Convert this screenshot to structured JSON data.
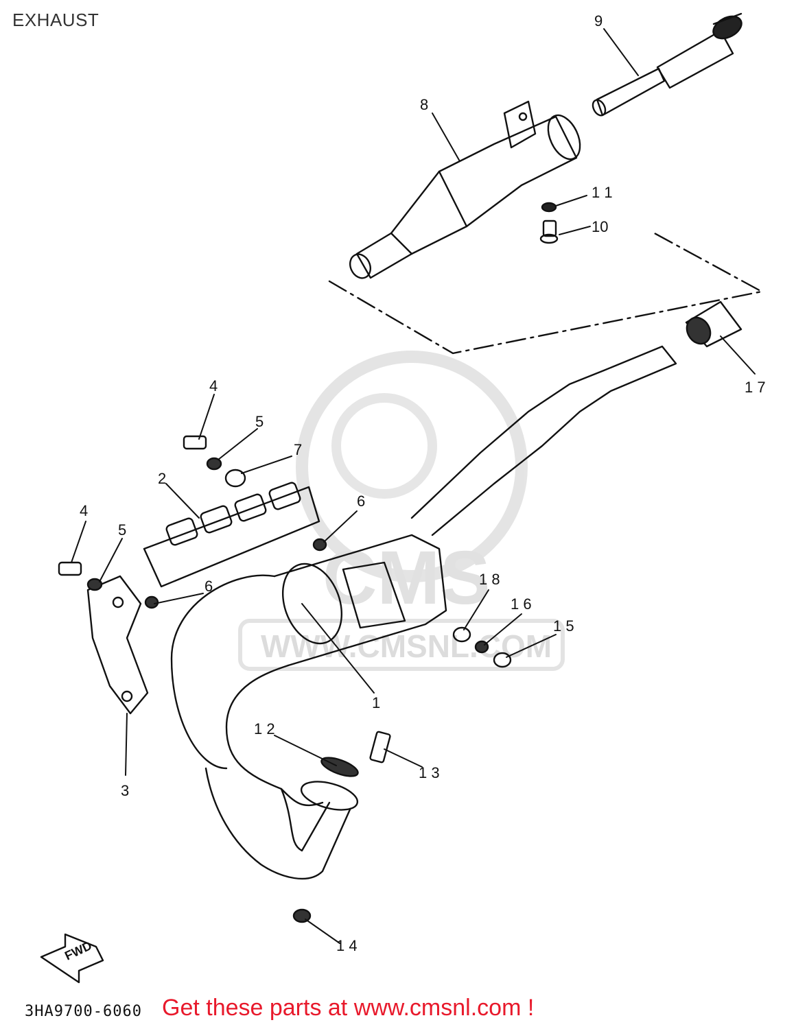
{
  "header": {
    "title": "EXHAUST"
  },
  "diagram": {
    "callouts": {
      "c1": "1",
      "c2": "2",
      "c3": "3",
      "c4a": "4",
      "c4b": "4",
      "c5a": "5",
      "c5b": "5",
      "c6a": "6",
      "c6b": "6",
      "c7": "7",
      "c8": "8",
      "c9": "9",
      "c10": "10",
      "c11": "1 1",
      "c12": "1 2",
      "c13": "1 3",
      "c14": "1 4",
      "c15": "1 5",
      "c16": "1 6",
      "c17": "1 7",
      "c18": "1 8"
    },
    "fwd_label": "FWD",
    "watermark_brand": "CMS",
    "watermark_url": "WWW.CMSNL.COM",
    "colors": {
      "line": "#111111",
      "watermark": "#dcdcdc",
      "promo": "#e8192b"
    }
  },
  "footer": {
    "part_code": "3HA9700-6060",
    "promo_text": "Get these parts at www.cmsnl.com !"
  }
}
